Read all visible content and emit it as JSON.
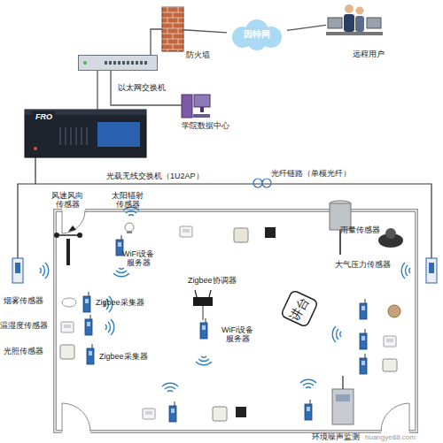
{
  "diagram": {
    "nodes": [
      {
        "text": [
          "防火墙"
        ]
      },
      {
        "text": [
          "因特网"
        ]
      },
      {
        "text": [
          "远程用户"
        ]
      },
      {
        "text": [
          "以太网交换机"
        ]
      },
      {
        "text": [
          "学院数据中心"
        ]
      },
      {
        "text": [
          "光载无线交换机（1U2AP）"
        ]
      },
      {
        "text": [
          "风速风向传感器"
        ]
      },
      {
        "text": [
          "太阳辐射传感器"
        ]
      },
      {
        "text": [
          "WiFi设备服务器"
        ]
      },
      {
        "text": [
          "雨量传感器"
        ]
      },
      {
        "text": [
          "大气压力传感器"
        ]
      },
      {
        "text": [
          "烟雾传感器"
        ]
      },
      {
        "text": [
          "Zigbee采集器"
        ]
      },
      {
        "text": [
          "温湿度传感器"
        ]
      },
      {
        "text": [
          "Zigbee协调器"
        ]
      },
      {
        "text": [
          "WiFi设备服务器"
        ]
      },
      {
        "text": [
          "光照传感器"
        ]
      },
      {
        "text": [
          "Zigbee采集器"
        ]
      },
      {
        "text": [
          "讲台"
        ]
      },
      {
        "text": [
          "环境噪声监测"
        ]
      }
    ],
    "edges": [
      {
        "from": 0,
        "to": 1,
        "arrow": "none"
      },
      {
        "from": 1,
        "to": 2,
        "arrow": "none"
      },
      {
        "from": 3,
        "to": 0,
        "arrow": "none"
      },
      {
        "from": 3,
        "to": 4,
        "arrow": "none"
      },
      {
        "from": 3,
        "to": 5,
        "arrow": "none"
      }
    ],
    "labels": [
      "FRO",
      "光纤链路（单模光纤）",
      "huangye88.com"
    ]
  }
}
